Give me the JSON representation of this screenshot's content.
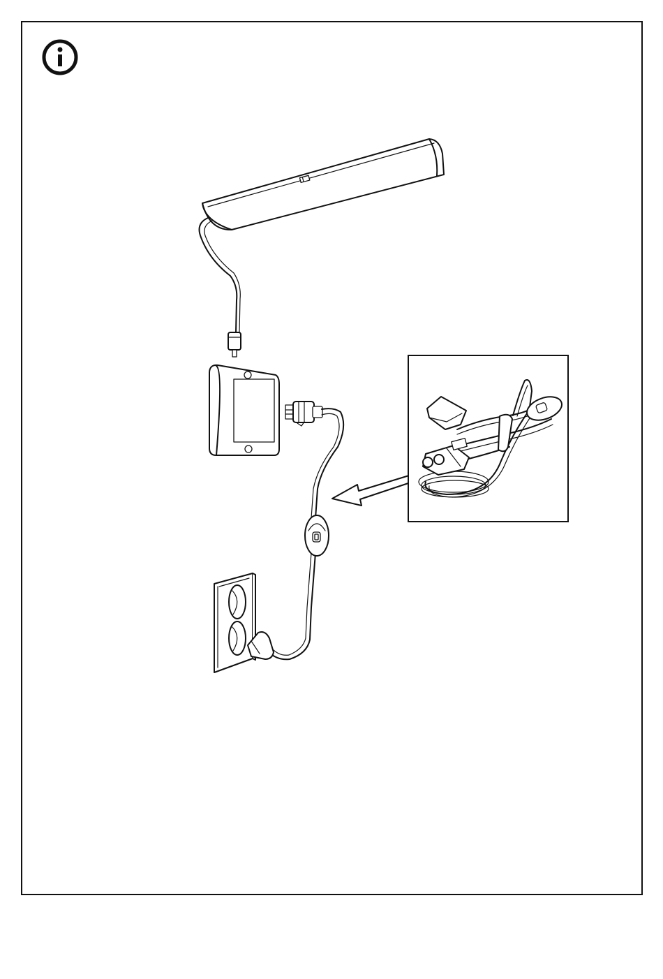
{
  "page": {
    "icons": {
      "info": "info-circle-icon",
      "arrow": "arrow-left-icon"
    },
    "colors": {
      "ink": "#111111",
      "background": "#ffffff"
    },
    "parts": [
      "light-bar",
      "bar-cable",
      "connector-plug",
      "transformer",
      "supply-cord",
      "inline-switch",
      "wall-outlet",
      "cord-detail-inset"
    ]
  }
}
